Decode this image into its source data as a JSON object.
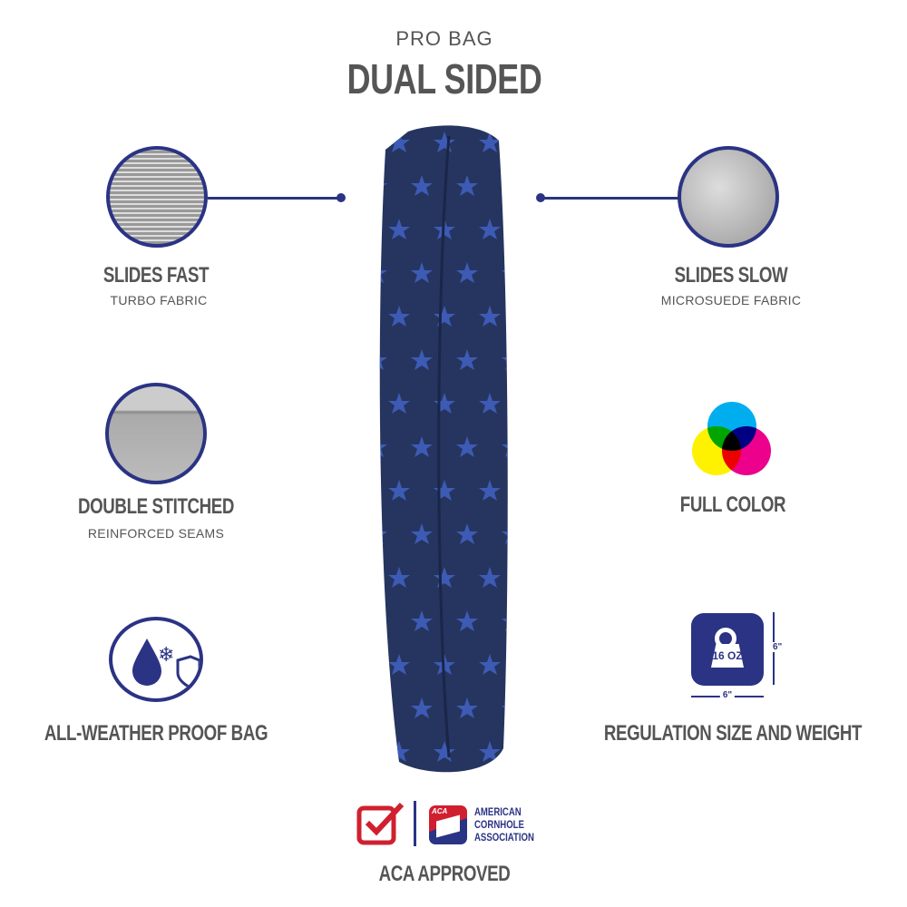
{
  "header": {
    "eyebrow": "PRO BAG",
    "title": "DUAL SIDED"
  },
  "features": {
    "slides_fast": {
      "title": "SLIDES FAST",
      "subtitle": "TURBO FABRIC"
    },
    "slides_slow": {
      "title": "SLIDES SLOW",
      "subtitle": "MICROSUEDE FABRIC"
    },
    "double_stitched": {
      "title": "DOUBLE STITCHED",
      "subtitle": "REINFORCED SEAMS"
    },
    "full_color": {
      "title": "FULL COLOR"
    },
    "weather": {
      "title": "ALL-WEATHER PROOF BAG"
    },
    "regulation": {
      "title": "REGULATION SIZE AND WEIGHT",
      "weight": "16 OZ",
      "width": "6\"",
      "height": "6\""
    }
  },
  "footer": {
    "logo_abbr": "ACA",
    "logo_text": [
      "AMERICAN",
      "CORNHOLE",
      "ASSOCIATION"
    ],
    "label": "ACA APPROVED"
  },
  "colors": {
    "navy": "#2b3384",
    "bag": "#25355f",
    "star": "#3d5bb5",
    "red": "#d0202f"
  }
}
